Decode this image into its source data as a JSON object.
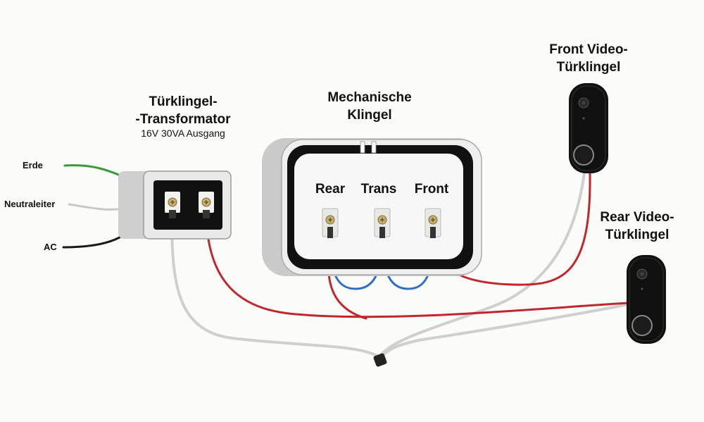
{
  "transformer": {
    "title_line1": "Türklingel-",
    "title_line2": "-Transformator",
    "output": "16V 30VA Ausgang"
  },
  "inputs": {
    "ground": "Erde",
    "neutral": "Neutraleiter",
    "ac": "AC"
  },
  "chime": {
    "title_line1": "Mechanische",
    "title_line2": "Klingel",
    "terminals": [
      "Rear",
      "Trans",
      "Front"
    ]
  },
  "front_doorbell": {
    "title_line1": "Front Video-",
    "title_line2": "Türklingel"
  },
  "rear_doorbell": {
    "title_line1": "Rear Video-",
    "title_line2": "Türklingel"
  },
  "colors": {
    "ground_wire": "#3a9a35",
    "neutral_wire": "#c8c8c8",
    "ac_wire": "#1a1a1a",
    "red_wire": "#c0272d",
    "blue_wire": "#2f6fc0",
    "white_wire": "#cfcfcf"
  }
}
